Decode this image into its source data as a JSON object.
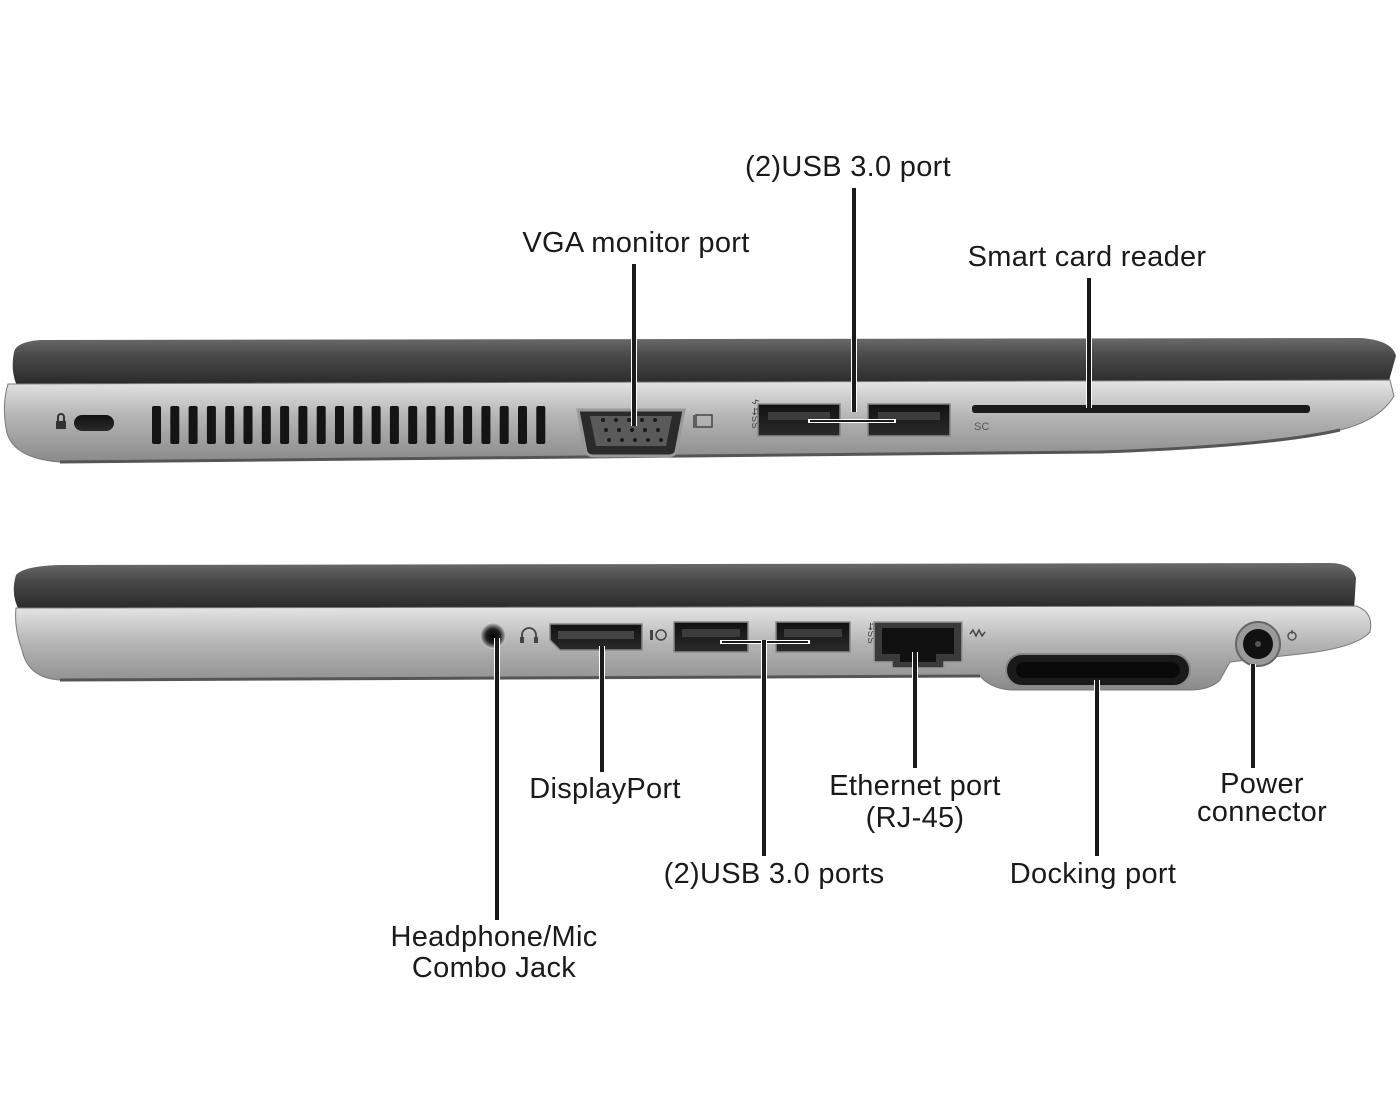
{
  "diagram": {
    "top_view": {
      "labels": {
        "usb": "(2)USB 3.0 port",
        "vga": "VGA monitor port",
        "smartcard": "Smart card reader"
      },
      "port_markings": {
        "smartcard": "SC"
      }
    },
    "bottom_view": {
      "labels": {
        "displayport": "DisplayPort",
        "ethernet_line1": "Ethernet port",
        "ethernet_line2": "(RJ-45)",
        "power_line1": "Power",
        "power_line2": "connector",
        "usb": "(2)USB 3.0 ports",
        "docking": "Docking port",
        "headphone_line1": "Headphone/Mic",
        "headphone_line2": "Combo Jack"
      }
    }
  }
}
